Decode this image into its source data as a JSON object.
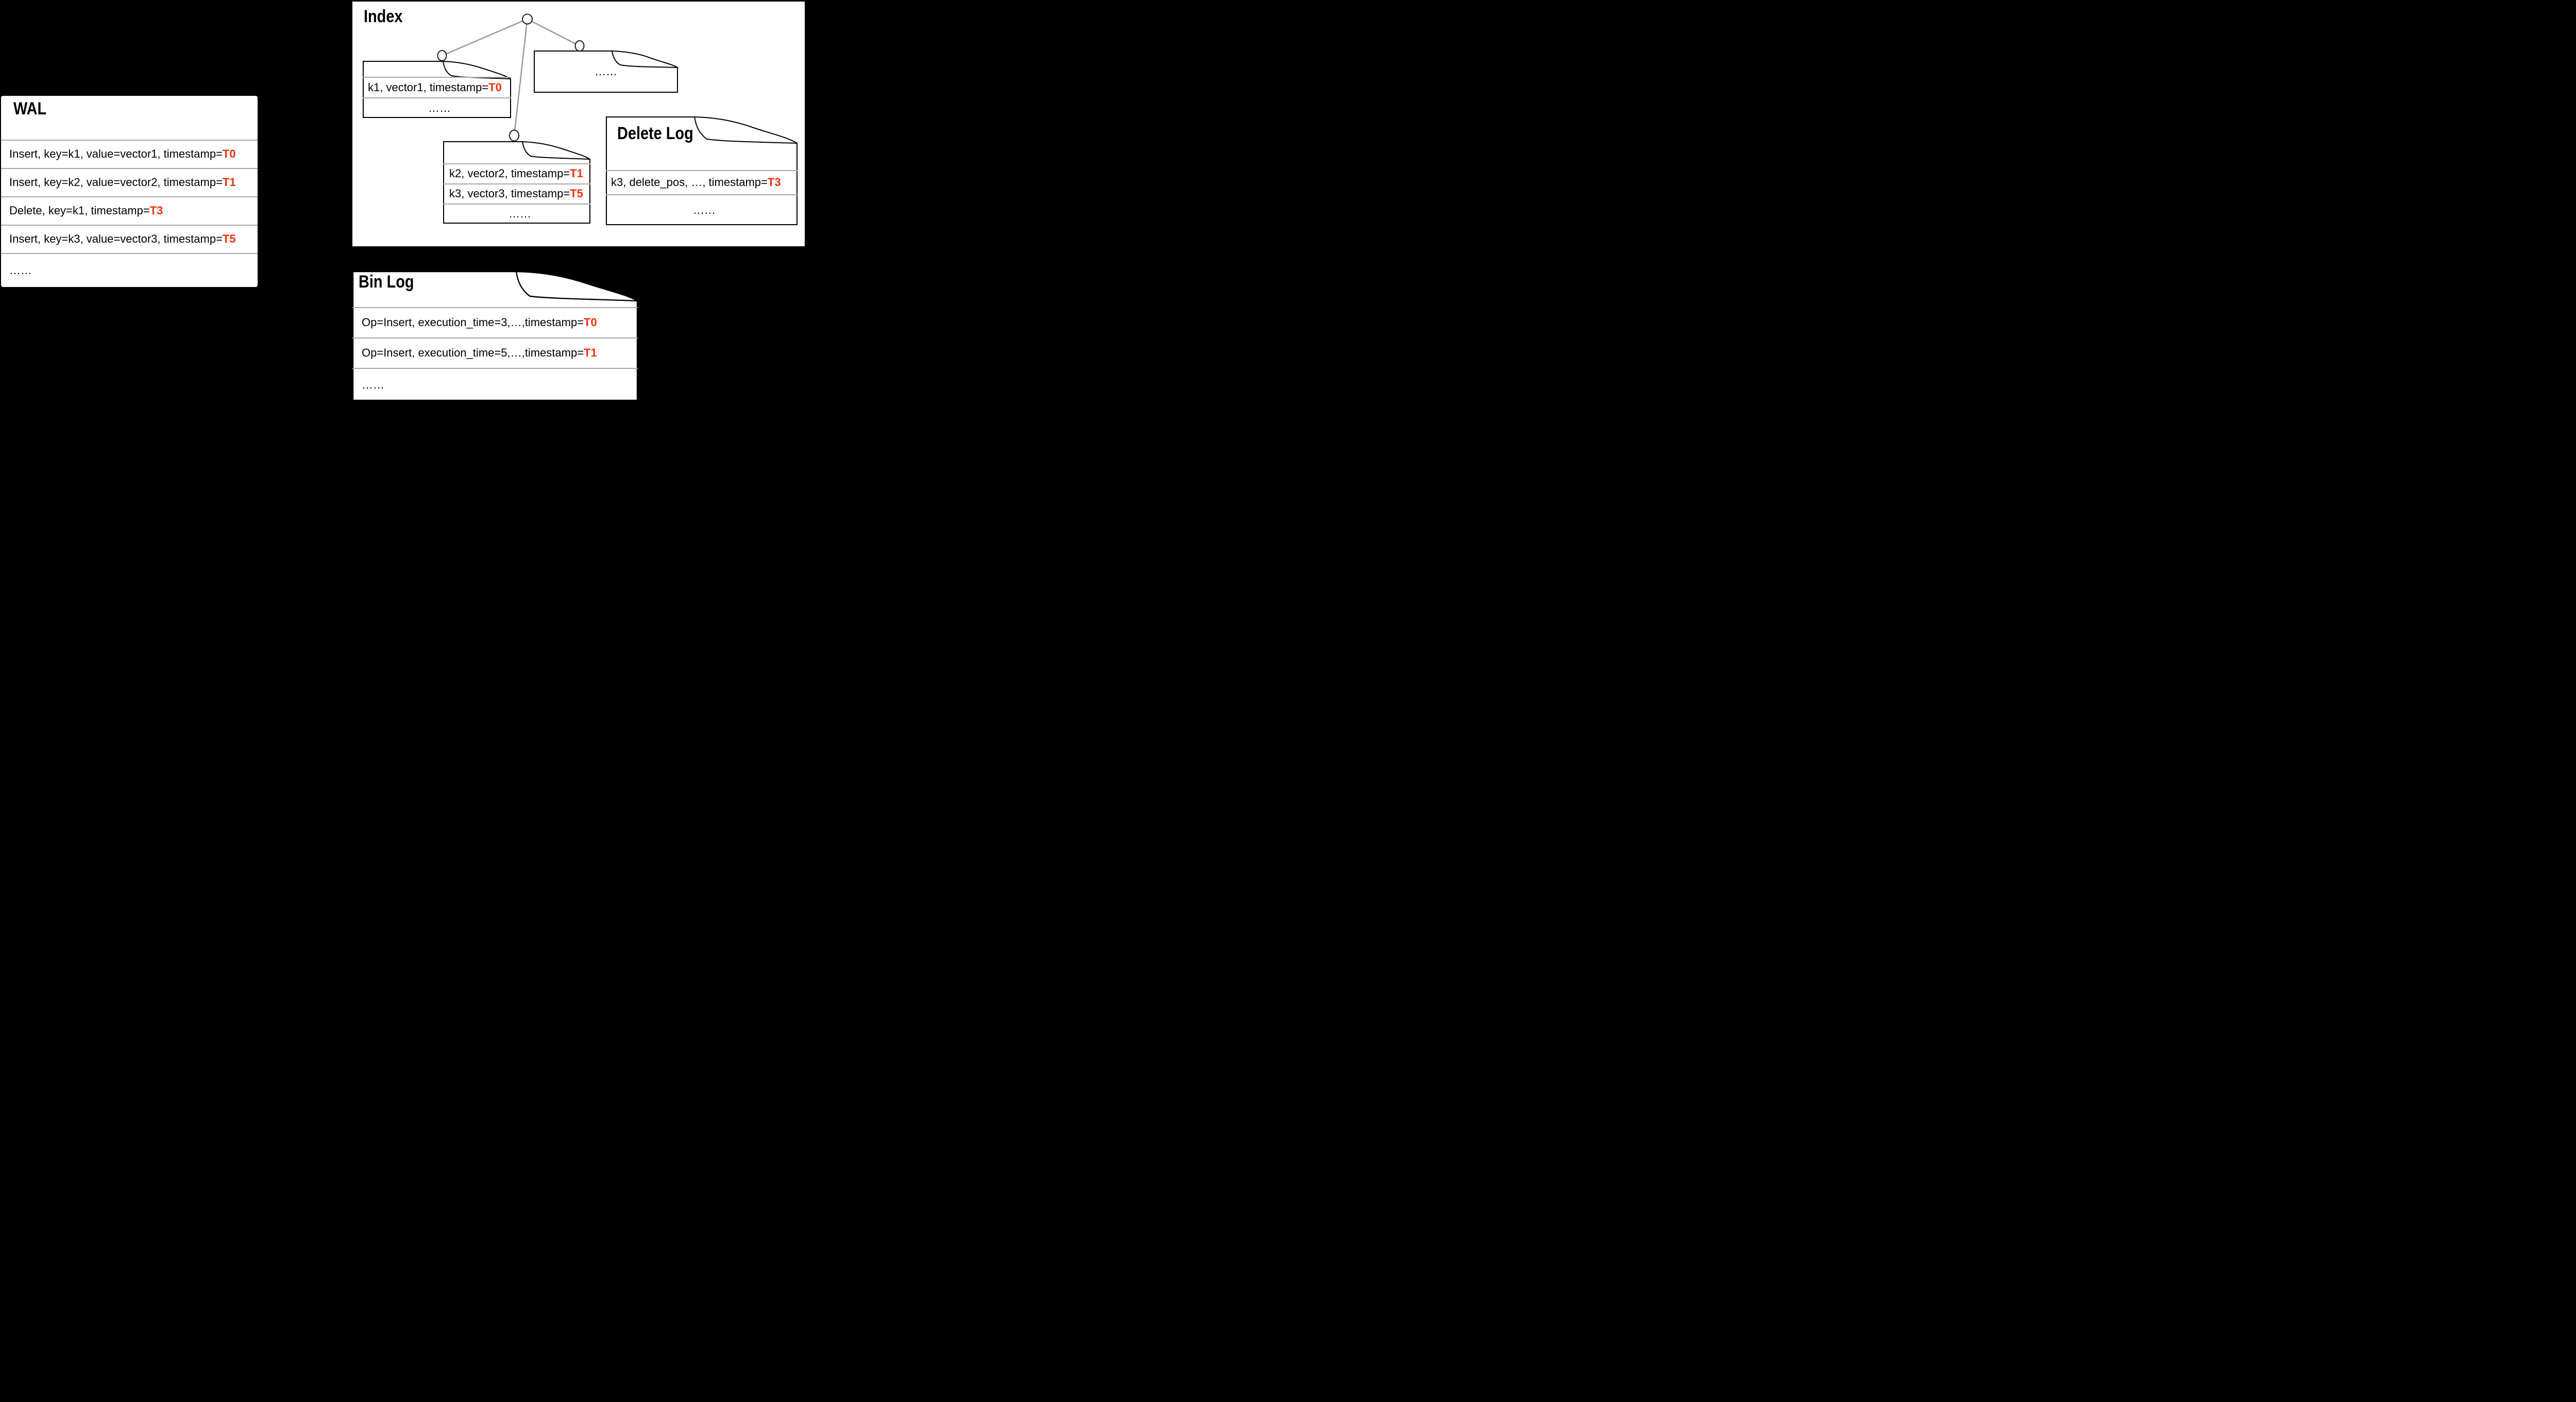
{
  "colors": {
    "background": "#000000",
    "paper": "#ffffff",
    "timestamp_red": "#f4300d",
    "divider_gray": "#a8a8a8",
    "tree_line_gray": "#999999",
    "doc_border": "#000000"
  },
  "wal": {
    "title": "WAL",
    "rows": [
      {
        "prefix": "Insert, key=k1, value=vector1, timestamp=",
        "ts": "T0"
      },
      {
        "prefix": "Insert, key=k2, value=vector2, timestamp=",
        "ts": "T1"
      },
      {
        "prefix": "Delete, key=k1, timestamp=",
        "ts": "T3"
      },
      {
        "prefix": "Insert, key=k3, value=vector3, timestamp=",
        "ts": "T5"
      },
      {
        "prefix": "……",
        "ts": ""
      }
    ]
  },
  "index": {
    "title": "Index",
    "doc_k1": {
      "rows": [
        {
          "prefix": "k1, vector1, timestamp=",
          "ts": "T0"
        },
        {
          "prefix": "……",
          "ts": ""
        }
      ]
    },
    "doc_more": {
      "dots": "……"
    },
    "doc_k2k3": {
      "rows": [
        {
          "prefix": "k2, vector2, timestamp=",
          "ts": "T1"
        },
        {
          "prefix": "k3, vector3, timestamp=",
          "ts": "T5"
        },
        {
          "prefix": "……",
          "ts": ""
        }
      ]
    }
  },
  "delete_log": {
    "title": "Delete Log",
    "rows": [
      {
        "prefix": "k3, delete_pos, …, timestamp=",
        "ts": "T3"
      },
      {
        "prefix": "……",
        "ts": ""
      }
    ]
  },
  "bin_log": {
    "title": "Bin Log",
    "rows": [
      {
        "prefix": "Op=Insert, execution_time=3,…,timestamp=",
        "ts": "T0"
      },
      {
        "prefix": "Op=Insert, execution_time=5,…,timestamp=",
        "ts": "T1"
      },
      {
        "prefix": "……",
        "ts": ""
      }
    ]
  }
}
